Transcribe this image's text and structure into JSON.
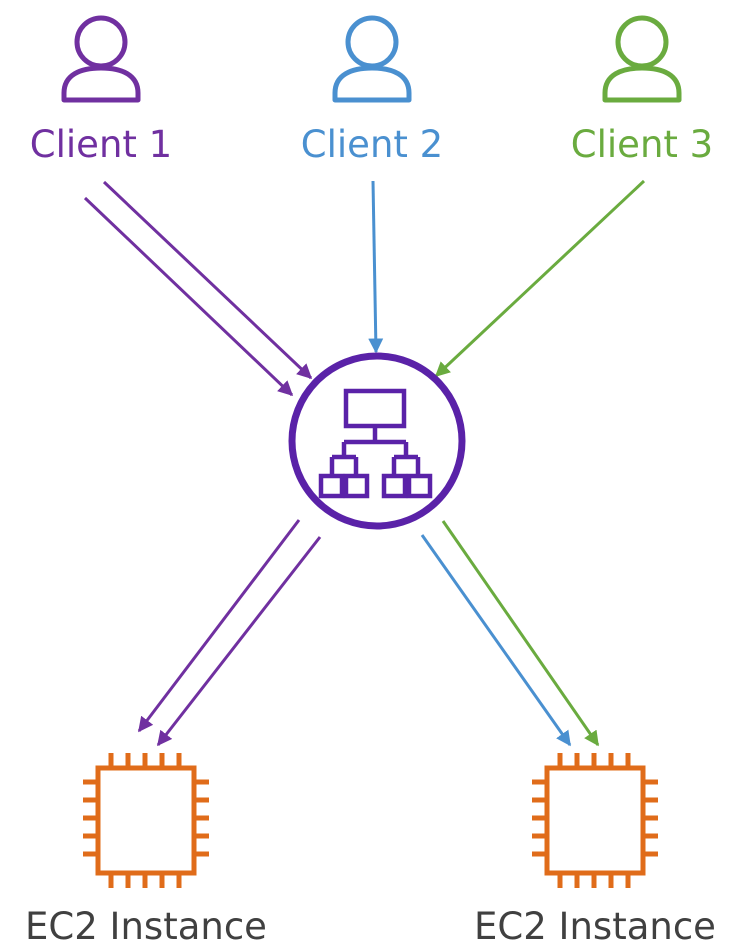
{
  "clients": [
    {
      "label": "Client 1",
      "color": "#7030a0",
      "icon": "user-icon"
    },
    {
      "label": "Client 2",
      "color": "#4a90d0",
      "icon": "user-icon"
    },
    {
      "label": "Client 3",
      "color": "#6aab3f",
      "icon": "user-icon"
    }
  ],
  "load_balancer": {
    "icon": "load-balancer-icon",
    "color": "#5a22a8"
  },
  "instances": [
    {
      "label": "EC2 Instance",
      "color": "#e06c1a",
      "icon": "ec2-chip-icon"
    },
    {
      "label": "EC2 Instance",
      "color": "#e06c1a",
      "icon": "ec2-chip-icon"
    }
  ],
  "connections": [
    {
      "from": "Client 1",
      "to": "load balancer",
      "count": 2,
      "color": "#7030a0"
    },
    {
      "from": "Client 2",
      "to": "load balancer",
      "count": 1,
      "color": "#4a90d0"
    },
    {
      "from": "Client 3",
      "to": "load balancer",
      "count": 1,
      "color": "#6aab3f"
    },
    {
      "from": "load balancer",
      "to": "EC2 Instance 1",
      "count": 2,
      "color": "#7030a0"
    },
    {
      "from": "load balancer",
      "to": "EC2 Instance 2",
      "count": 1,
      "color": "#4a90d0"
    },
    {
      "from": "load balancer",
      "to": "EC2 Instance 2",
      "count": 1,
      "color": "#6aab3f"
    }
  ]
}
